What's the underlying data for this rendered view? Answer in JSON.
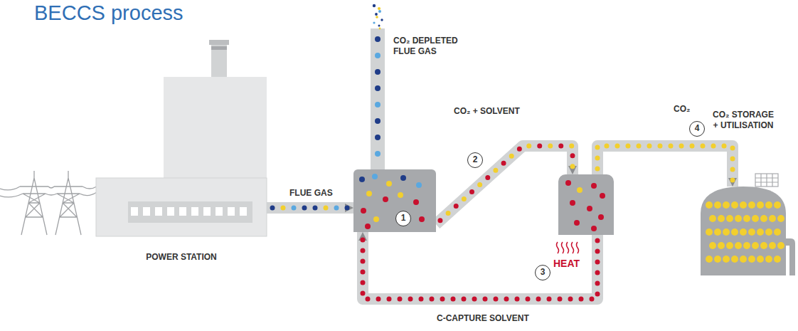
{
  "diagram": {
    "title": "BECCS process",
    "nodes": [
      {
        "text": [
          "POWER STATION"
        ]
      },
      {
        "text": [
          "1"
        ]
      },
      {
        "text": [
          "3"
        ]
      },
      {
        "text": [
          "CO₂ STORAGE + UTILISATION"
        ]
      }
    ],
    "edges": [
      {
        "from": 0,
        "to": 1,
        "label": "FLUE GAS",
        "arrow": "to"
      },
      {
        "from": 1,
        "to": 2,
        "label": "CO₂ + SOLVENT",
        "arrow": "to"
      },
      {
        "from": 2,
        "to": 3,
        "label": "CO₂",
        "arrow": "to"
      },
      {
        "from": 2,
        "to": 1,
        "label": "C-CAPTURE SOLVENT",
        "arrow": "to"
      }
    ],
    "labels": [
      "CO₂ DEPLETED FLUE GAS",
      "2",
      "HEAT",
      "4"
    ]
  }
}
